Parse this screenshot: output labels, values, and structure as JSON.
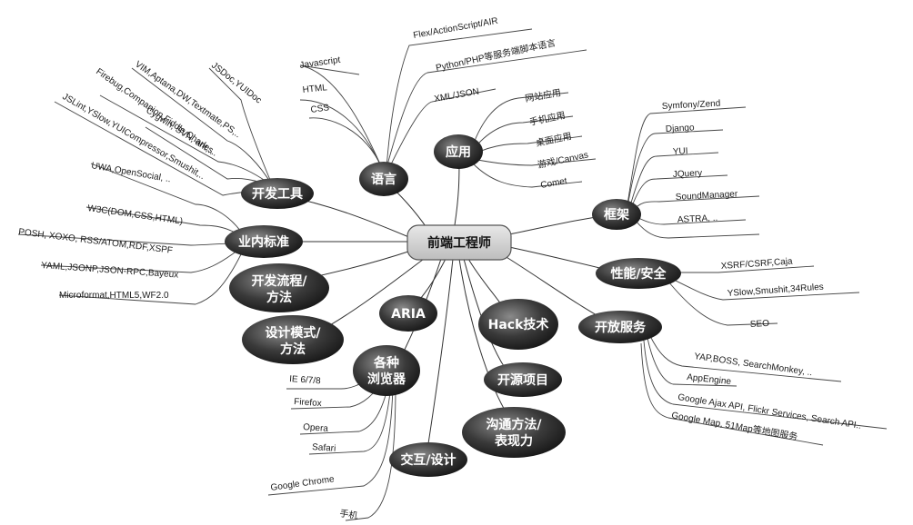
{
  "center": "前端工程师",
  "branches": {
    "lang": {
      "label": "语言",
      "items": [
        "Javascript",
        "HTML",
        "CSS",
        "Flex/ActionScript/AIR",
        "Python/PHP等服务端脚本语言",
        "XML/JSON"
      ]
    },
    "app": {
      "label": "应用",
      "items": [
        "网站应用",
        "手机应用",
        "桌面应用",
        "游戏/Canvas",
        "Comet"
      ]
    },
    "devtools": {
      "label": "开发工具",
      "items": [
        "JSDoc,YUIDoc",
        "VIM,Aptana,DW,Textmate,PS,..",
        "Firebug,Companion,Fiddle,Charles..",
        "Cygwin, SVN, ant,..",
        "JSLint,YSlow,YUICompressor,Smushit,.."
      ]
    },
    "framework": {
      "label": "框架",
      "items": [
        "Symfony/Zend",
        "Django",
        "YUI",
        "JQuery",
        "SoundManager",
        "ASTRA, .."
      ]
    },
    "standards": {
      "label": "业内标准",
      "items": [
        "UWA,OpenSocial, ..",
        "W3C(DOM,CSS,HTML)",
        "POSH, XOXO, RSS/ATOM,RDF,XSPF",
        "YAML,JSONP,JSON-RPC,Bayeux",
        "Microformat,HTML5,WF2.0"
      ]
    },
    "process": {
      "label": "开发流程/方法",
      "line1": "开发流程/",
      "line2": "方法"
    },
    "pattern": {
      "label": "设计模式/方法",
      "line1": "设计模式/",
      "line2": "方法"
    },
    "aria": {
      "label": "ARIA"
    },
    "hack": {
      "label": "Hack技术"
    },
    "perf": {
      "label": "性能/安全",
      "items": [
        "XSRF/CSRF,Caja",
        "YSlow,Smushit,34Rules",
        "SEO"
      ]
    },
    "open": {
      "label": "开放服务",
      "items": [
        "YAP,BOSS, SearchMonkey, ..",
        "AppEngine",
        "Google Ajax API, Flickr Services, Search API..",
        "Google Map, 51Map等地图服务"
      ]
    },
    "browsers": {
      "label": "各种浏览器",
      "line1": "各种",
      "line2": "浏览器",
      "items": [
        "IE 6/7/8",
        "Firefox",
        "Opera",
        "Safari",
        "Google Chrome",
        "手机"
      ]
    },
    "opensource": {
      "label": "开源项目"
    },
    "comm": {
      "label": "沟通方法/表现力",
      "line1": "沟通方法/",
      "line2": "表现力"
    },
    "interaction": {
      "label": "交互/设计"
    }
  }
}
